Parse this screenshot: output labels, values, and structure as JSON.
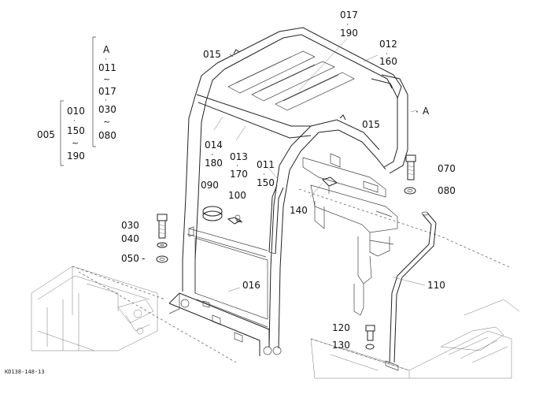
{
  "diagram": {
    "drawing_code": "KD138-148-13",
    "parts": {
      "p005": "005",
      "p010": "010",
      "p011": "011",
      "p012": "012",
      "p013": "013",
      "p014": "014",
      "p015": "015",
      "p016": "016",
      "p017": "017",
      "p030": "030",
      "p040": "040",
      "p050": "050",
      "p070": "070",
      "p080": "080",
      "p090": "090",
      "p100": "100",
      "p110": "110",
      "p120": "120",
      "p130": "130",
      "p140": "140",
      "p150": "150",
      "p160": "160",
      "p170": "170",
      "p180": "180",
      "p190": "190"
    },
    "group_a": {
      "letter": "A",
      "from": "011",
      "mid": "017",
      "mid2": "030",
      "to": "080"
    },
    "group_b": {
      "from": "010",
      "mid": "150",
      "to": "190"
    },
    "ref_marker": "A",
    "dash": "-",
    "dot": "·",
    "tilde": "~"
  }
}
